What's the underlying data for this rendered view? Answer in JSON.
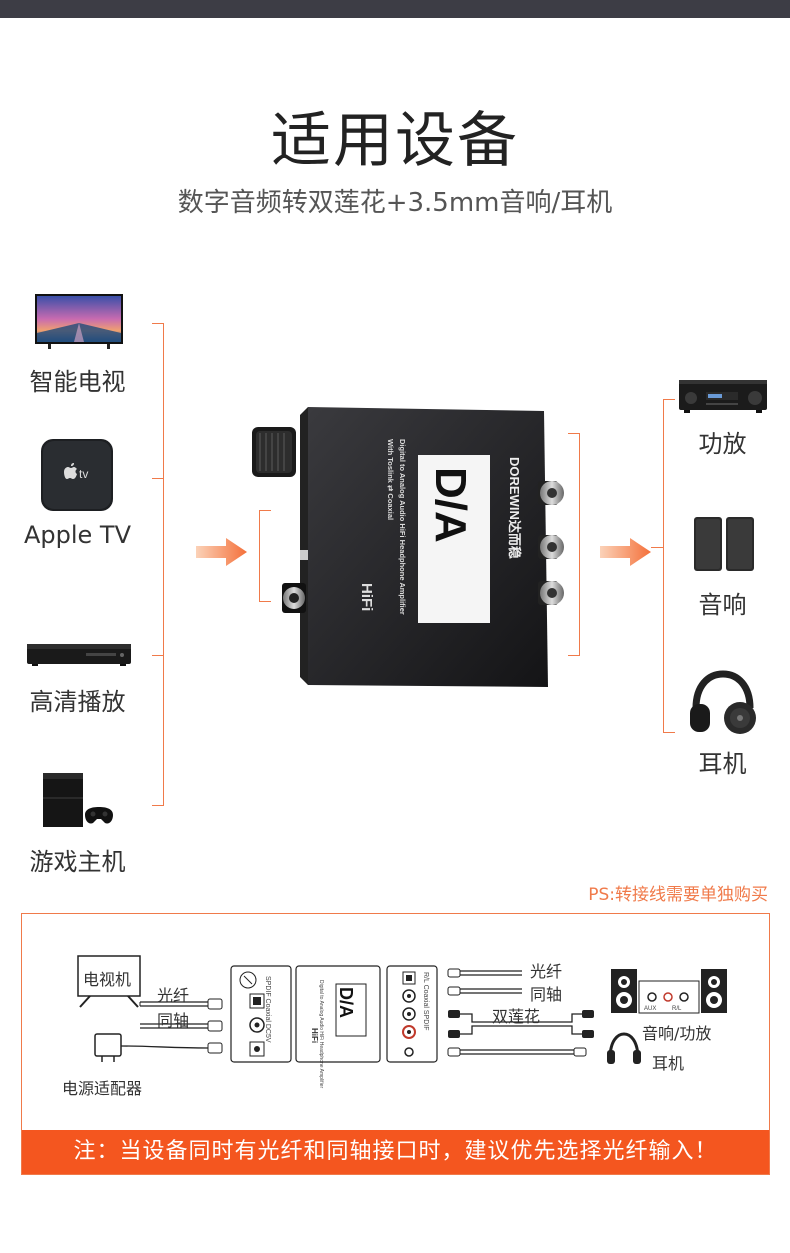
{
  "header": {
    "title": "适用设备",
    "subtitle": "数字音频转双莲花+3.5mm音响/耳机"
  },
  "sources": [
    {
      "label": "智能电视",
      "icon": "smart-tv-icon"
    },
    {
      "label": "Apple TV",
      "icon": "apple-tv-icon",
      "badge": "tv"
    },
    {
      "label": "高清播放",
      "icon": "bluray-player-icon"
    },
    {
      "label": "游戏主机",
      "icon": "game-console-icon"
    }
  ],
  "outputs": [
    {
      "label": "功放",
      "icon": "amplifier-icon"
    },
    {
      "label": "音响",
      "icon": "speakers-icon"
    },
    {
      "label": "耳机",
      "icon": "headphones-icon"
    }
  ],
  "device": {
    "brand": "DOREWIN达而稳",
    "logo": "D/A",
    "line1": "Digital to Analog Audio HiFi Headphone Amplifier",
    "line2": "With Toslink ⇄ Coaxial",
    "hifi": "HiFi"
  },
  "ps_note": "PS:转接线需要单独购买",
  "diagram": {
    "tv_label": "电视机",
    "optical_label": "光纤",
    "coaxial_label": "同轴",
    "power_label": "电源适配器",
    "out_optical": "光纤",
    "out_coaxial": "同轴",
    "rca_label": "双莲花",
    "amp_label": "音响/功放",
    "headphone_label": "耳机",
    "panel_left_text": "SPDIF Coaxial DC5V",
    "panel_right_text": "R/L Coaxial SPDIF",
    "amp_port_aux": "AUX",
    "amp_port_rl": "R/L"
  },
  "note": "注：当设备同时有光纤和同轴接口时，建议优先选择光纤输入！",
  "colors": {
    "accent": "#f07a4a",
    "note_bar": "#f4561f",
    "topbar": "#3d3d45"
  }
}
